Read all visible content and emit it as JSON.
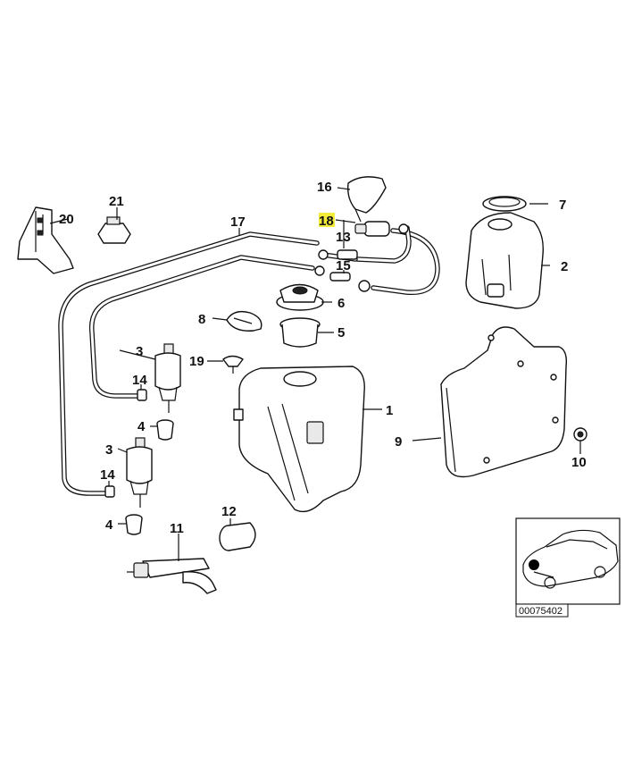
{
  "diagram": {
    "highlighted_label": "18",
    "labels": {
      "p1": "1",
      "p2": "2",
      "p3a": "3",
      "p3b": "3",
      "p4a": "4",
      "p4b": "4",
      "p5": "5",
      "p6": "6",
      "p7": "7",
      "p8": "8",
      "p9": "9",
      "p10": "10",
      "p11": "11",
      "p12": "12",
      "p13": "13",
      "p14a": "14",
      "p14b": "14",
      "p15": "15",
      "p16": "16",
      "p17": "17",
      "p18": "18",
      "p19": "19",
      "p20": "20",
      "p21": "21"
    },
    "reference_number": "00075402",
    "colors": {
      "highlight": "#f4ec3a",
      "line": "#111111"
    }
  }
}
